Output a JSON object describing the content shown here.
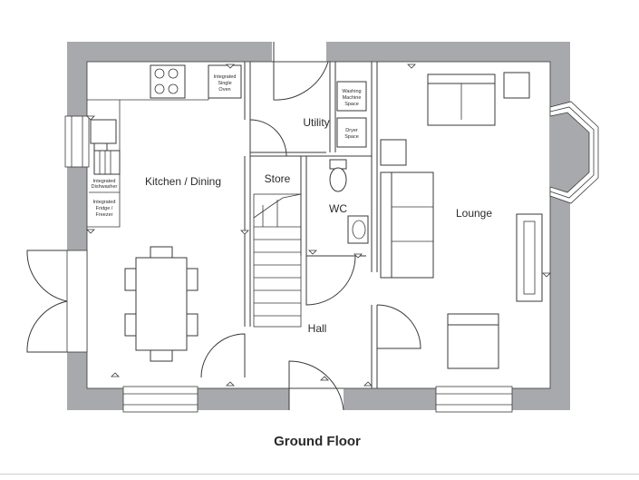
{
  "title": "Ground Floor",
  "rooms": {
    "kitchen_dining": "Kitchen / Dining",
    "utility": "Utility",
    "store": "Store",
    "wc": "WC",
    "lounge": "Lounge",
    "hall": "Hall"
  },
  "appliances": {
    "oven": [
      "Integrated",
      "Single",
      "Oven"
    ],
    "washing": [
      "Washing",
      "Machine",
      "Space"
    ],
    "dryer": [
      "Dryer",
      "Space"
    ],
    "dishwasher": [
      "Integrated",
      "Dishwasher"
    ],
    "fridge": [
      "Integrated",
      "Fridge /",
      "Freezer"
    ]
  }
}
